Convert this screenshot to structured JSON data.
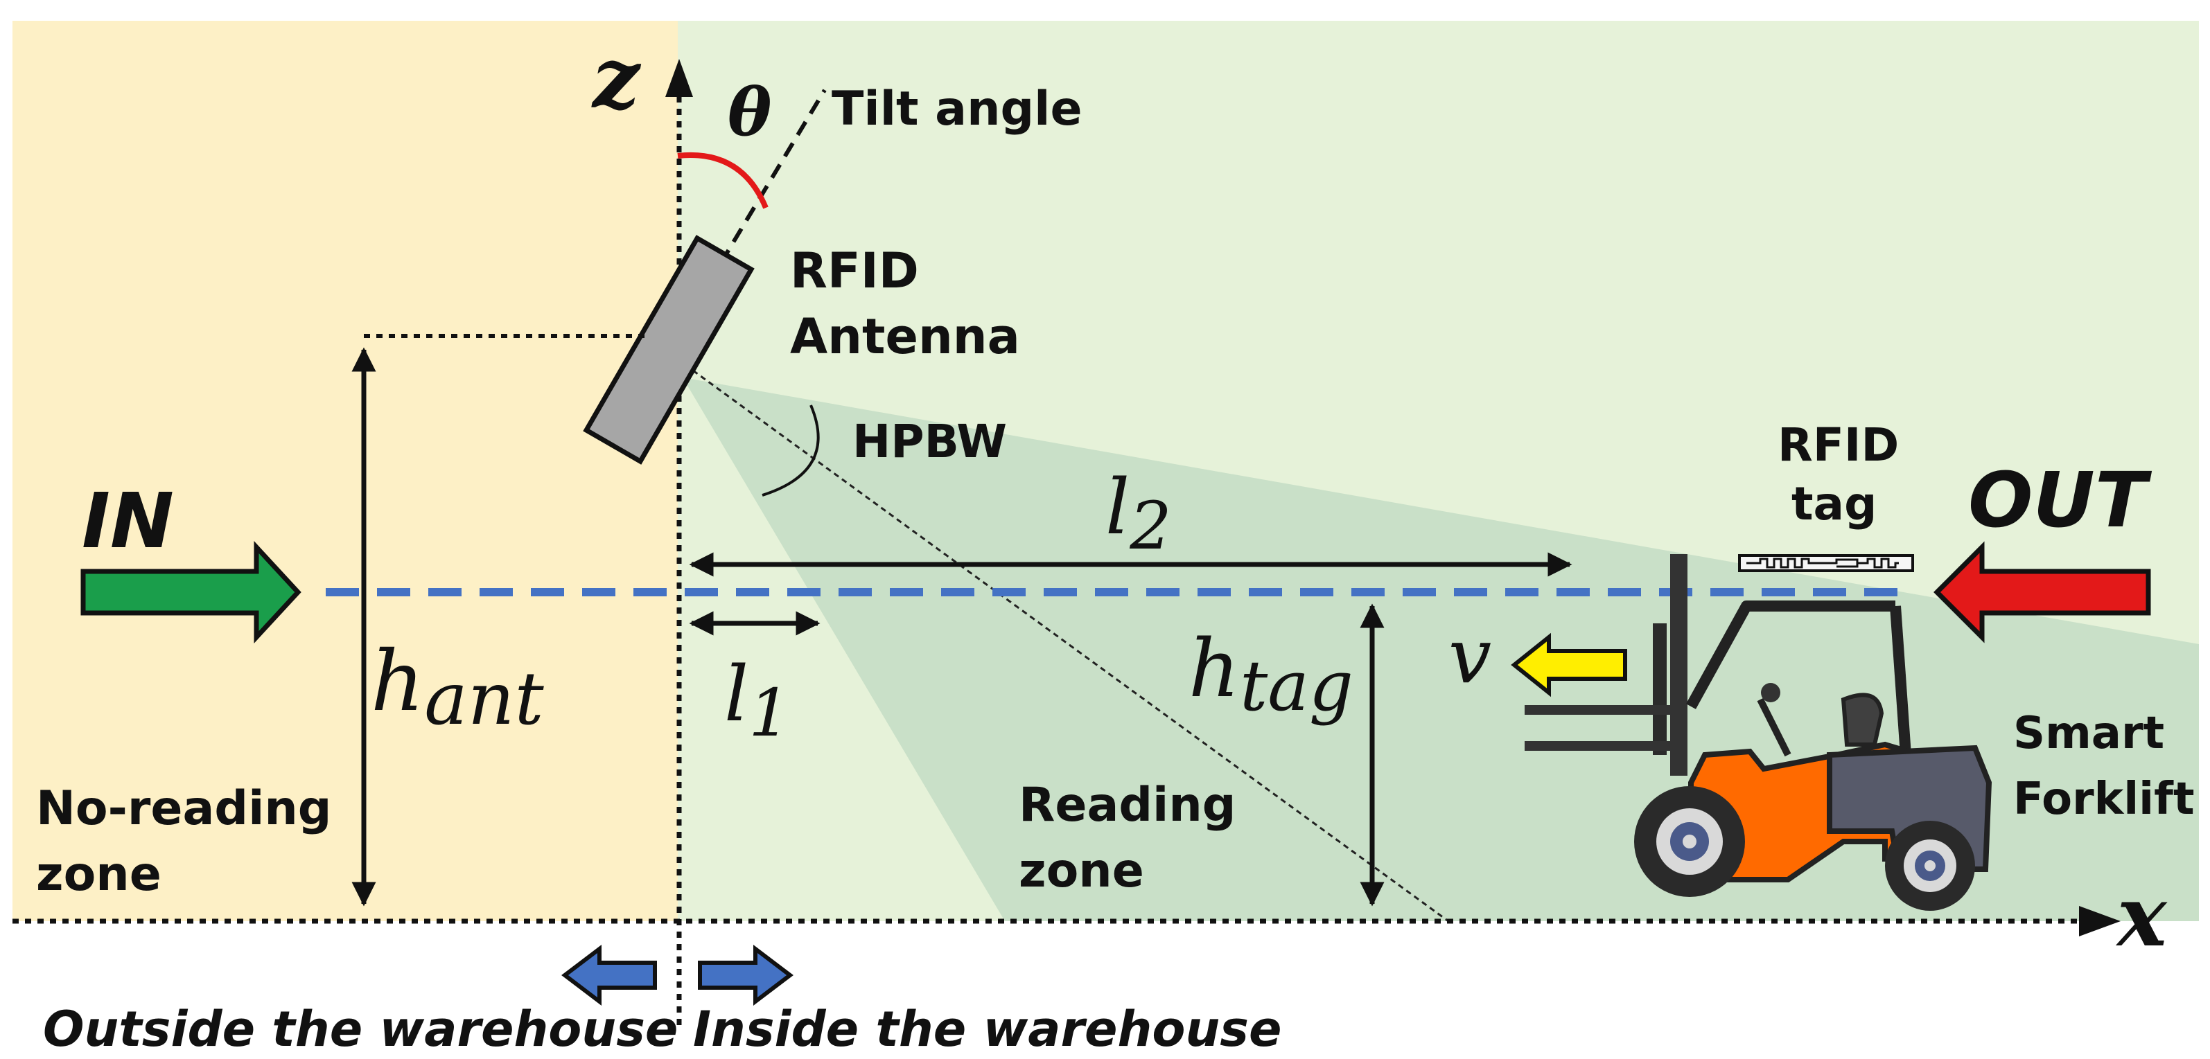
{
  "axes": {
    "z": "z",
    "x": "x"
  },
  "labels": {
    "theta": "θ",
    "tilt_angle": "Tilt angle",
    "rfid_antenna_line1": "RFID",
    "rfid_antenna_line2": "Antenna",
    "hpbw": "HPBW",
    "rfid_tag_line1": "RFID",
    "rfid_tag_line2": "tag",
    "in": "IN",
    "out": "OUT",
    "l2_base": "l",
    "l2_sub": "2",
    "l1_base": "l",
    "l1_sub": "1",
    "h_ant_base": "h",
    "h_ant_sub": "ant",
    "h_tag_base": "h",
    "h_tag_sub": "tag",
    "v": "v",
    "smart_forklift_line1": "Smart",
    "smart_forklift_line2": "Forklift",
    "no_reading_line1": "No-reading",
    "no_reading_line2": "zone",
    "reading_line1": "Reading",
    "reading_line2": "zone",
    "outside": "Outside the warehouse",
    "inside": "Inside the warehouse"
  },
  "colors": {
    "outside_zone": "#fdf0c6",
    "inside_zone": "#e6f2d9",
    "reading_beam": "#c9e0c8",
    "in_arrow": "#1a9e4b",
    "out_arrow": "#e31919",
    "v_arrow": "#ffee00",
    "tag_path": "#4472c4",
    "zone_arrows": "#4472c4",
    "tilt_arc": "#e31919",
    "antenna": "#a6a6a6",
    "forklift_body": "#ff6a00"
  }
}
